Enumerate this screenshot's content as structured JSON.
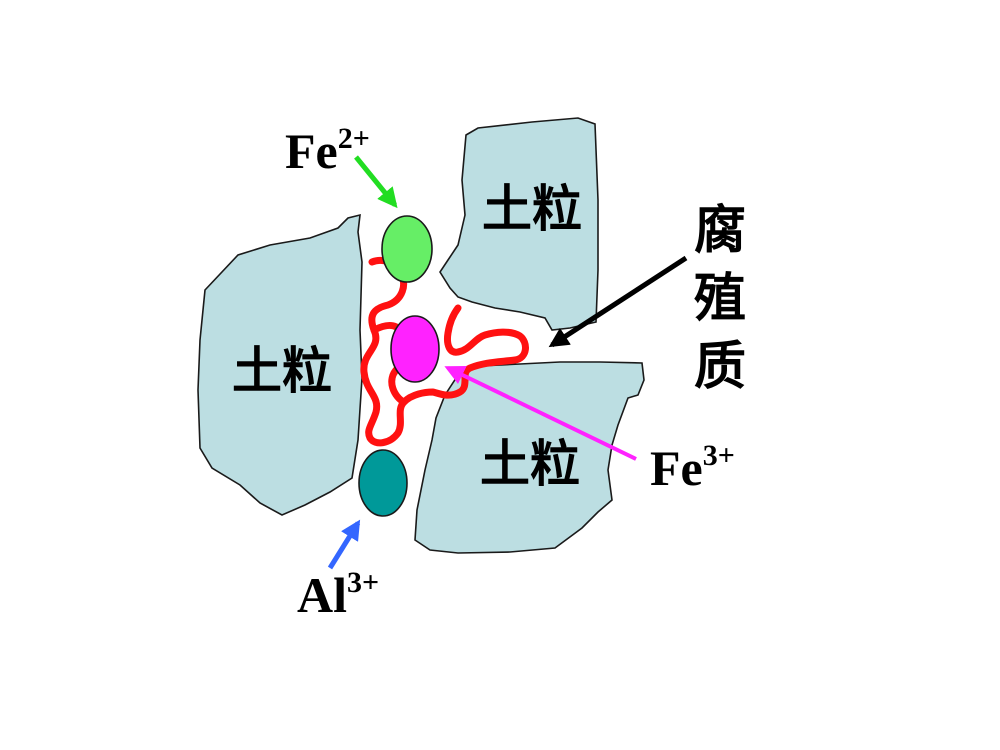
{
  "soil_particle_label": "土粒",
  "humus_label": [
    "腐",
    "殖",
    "质"
  ],
  "ions": {
    "fe2": {
      "base": "Fe",
      "sup": "2+",
      "color": "#66ee66",
      "arrow_color": "#22dd22"
    },
    "fe3": {
      "base": "Fe",
      "sup": "3+",
      "color": "#ff22ff",
      "arrow_color": "#ff22ff"
    },
    "al3": {
      "base": "Al",
      "sup": "3+",
      "color": "#009999",
      "arrow_color": "#3366ff"
    }
  },
  "colors": {
    "particle_fill": "#bcdee2",
    "humus_strand": "#ff1111",
    "humus_arrow": "#000000"
  }
}
